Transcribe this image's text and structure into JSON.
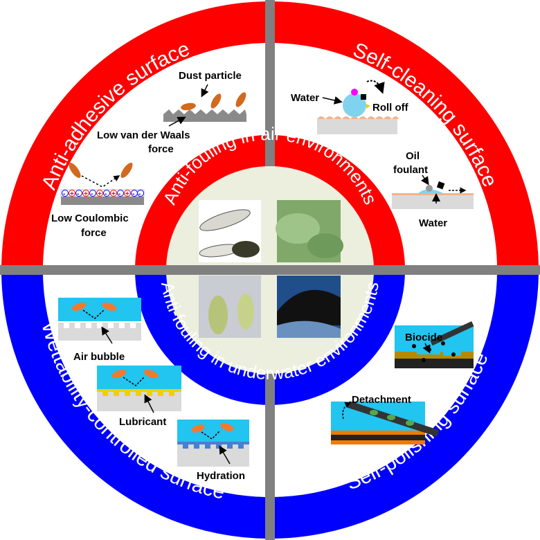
{
  "ring": {
    "top_left": "Anti-adhesive surface",
    "top_right": "Self-cleaning surface",
    "bottom_left": "Wettability-controlled surface",
    "bottom_right": "Self-polishing surface"
  },
  "inner": {
    "top": "Anti-fouling in air environments",
    "bottom": "Anti-fouling in underwater environments"
  },
  "labels": {
    "dust_particle": "Dust particle",
    "low_vdw_1": "Low van der Waals",
    "low_vdw_2": "force",
    "low_coulombic_1": "Low Coulombic",
    "low_coulombic_2": "force",
    "water": "Water",
    "roll_off": "Roll off",
    "oil_1": "Oil",
    "oil_2": "foulant",
    "water_2": "Water",
    "air_bubble": "Air bubble",
    "lubricant": "Lubricant",
    "hydration": "Hydration",
    "biocide": "Biocide",
    "detachment": "Detachment"
  },
  "colors": {
    "air": "#fe0000",
    "water": "#0000fe",
    "divider": "#808080",
    "cyan": "#22c4f0",
    "particle": "#d2691e"
  }
}
